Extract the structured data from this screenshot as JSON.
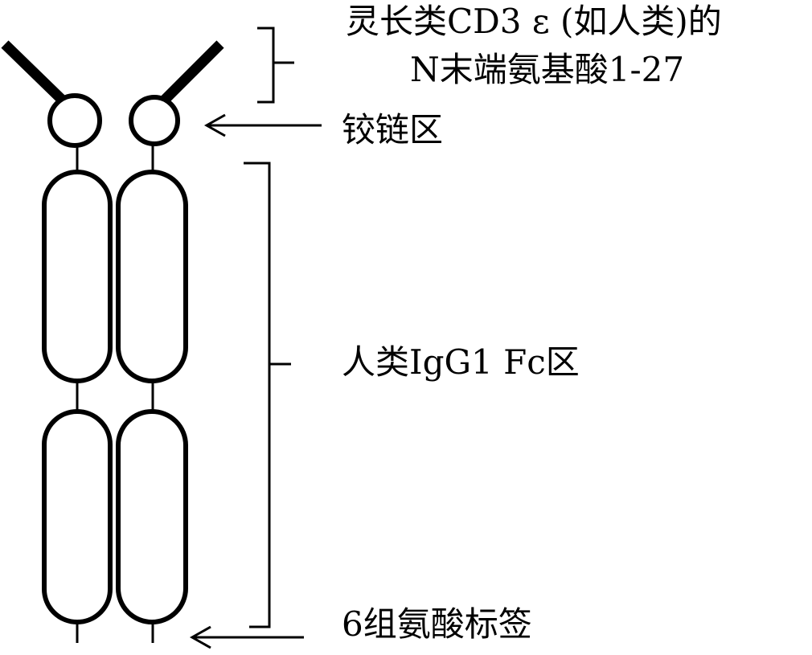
{
  "labels": {
    "cd3_line1": "灵长类CD3 ε (如人类)的",
    "cd3_line2": "N末端氨基酸1-27",
    "hinge": "铰链区",
    "fc": "人类IgG1 Fc区",
    "his_tag": "6组氨酸标签"
  },
  "colors": {
    "ink": "#000000",
    "background": "#ffffff"
  }
}
